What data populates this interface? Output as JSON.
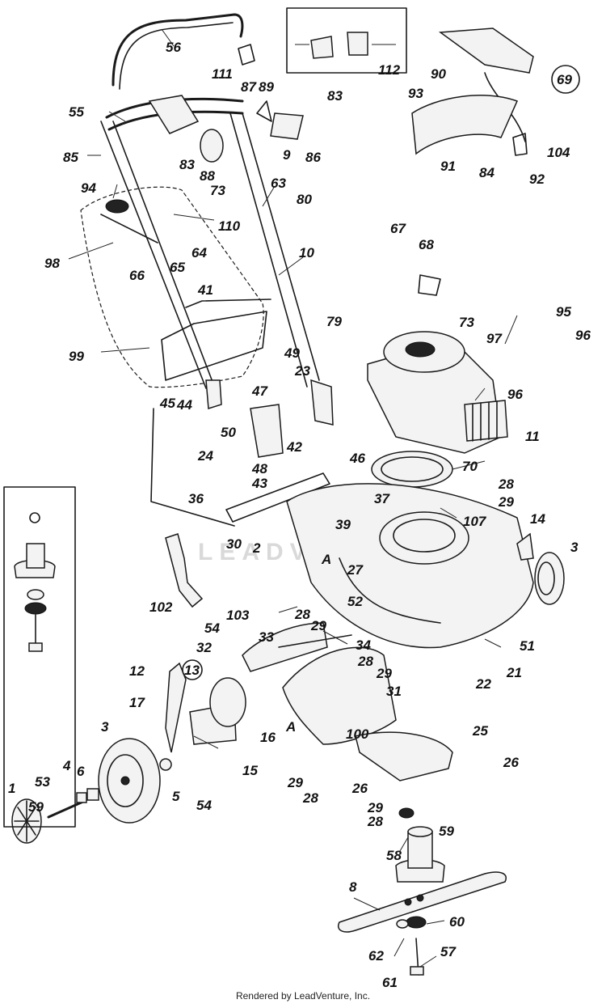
{
  "watermark": "LEADVENTURE",
  "credit": "Rendered by LeadVenture, Inc.",
  "diagram_id": "69",
  "callouts": [
    {
      "id": "c56",
      "text": "56"
    },
    {
      "id": "c112",
      "text": "112"
    },
    {
      "id": "c90",
      "text": "90"
    },
    {
      "id": "c111",
      "text": "111"
    },
    {
      "id": "c87",
      "text": "87"
    },
    {
      "id": "c89",
      "text": "89"
    },
    {
      "id": "c55",
      "text": "55"
    },
    {
      "id": "c83a",
      "text": "83"
    },
    {
      "id": "c93",
      "text": "93"
    },
    {
      "id": "c104",
      "text": "104"
    },
    {
      "id": "c85",
      "text": "85"
    },
    {
      "id": "c83b",
      "text": "83"
    },
    {
      "id": "c88",
      "text": "88"
    },
    {
      "id": "c9",
      "text": "9"
    },
    {
      "id": "c86",
      "text": "86"
    },
    {
      "id": "c91",
      "text": "91"
    },
    {
      "id": "c92",
      "text": "92"
    },
    {
      "id": "c84",
      "text": "84"
    },
    {
      "id": "c73a",
      "text": "73"
    },
    {
      "id": "c94",
      "text": "94"
    },
    {
      "id": "c63",
      "text": "63"
    },
    {
      "id": "c80",
      "text": "80"
    },
    {
      "id": "c110",
      "text": "110"
    },
    {
      "id": "c67",
      "text": "67"
    },
    {
      "id": "c68",
      "text": "68"
    },
    {
      "id": "c98",
      "text": "98"
    },
    {
      "id": "c64",
      "text": "64"
    },
    {
      "id": "c65",
      "text": "65"
    },
    {
      "id": "c66",
      "text": "66"
    },
    {
      "id": "c10",
      "text": "10"
    },
    {
      "id": "c73b",
      "text": "73"
    },
    {
      "id": "c95",
      "text": "95"
    },
    {
      "id": "c96a",
      "text": "96"
    },
    {
      "id": "c41",
      "text": "41"
    },
    {
      "id": "c79",
      "text": "79"
    },
    {
      "id": "c97",
      "text": "97"
    },
    {
      "id": "c99",
      "text": "99"
    },
    {
      "id": "c49",
      "text": "49"
    },
    {
      "id": "c23",
      "text": "23"
    },
    {
      "id": "c96b",
      "text": "96"
    },
    {
      "id": "c47",
      "text": "47"
    },
    {
      "id": "c45",
      "text": "45"
    },
    {
      "id": "c44",
      "text": "44"
    },
    {
      "id": "c50",
      "text": "50"
    },
    {
      "id": "c42",
      "text": "42"
    },
    {
      "id": "c11",
      "text": "11"
    },
    {
      "id": "c24",
      "text": "24"
    },
    {
      "id": "c48",
      "text": "48"
    },
    {
      "id": "c43",
      "text": "43"
    },
    {
      "id": "c46",
      "text": "46"
    },
    {
      "id": "c70",
      "text": "70"
    },
    {
      "id": "c28a",
      "text": "28"
    },
    {
      "id": "c36",
      "text": "36"
    },
    {
      "id": "c37",
      "text": "37"
    },
    {
      "id": "c29a",
      "text": "29"
    },
    {
      "id": "c107",
      "text": "107"
    },
    {
      "id": "c39",
      "text": "39"
    },
    {
      "id": "c30",
      "text": "30"
    },
    {
      "id": "c14",
      "text": "14"
    },
    {
      "id": "c3a",
      "text": "3"
    },
    {
      "id": "c2",
      "text": "2"
    },
    {
      "id": "cA1",
      "text": "A"
    },
    {
      "id": "c27",
      "text": "27"
    },
    {
      "id": "c52",
      "text": "52"
    },
    {
      "id": "c102",
      "text": "102"
    },
    {
      "id": "c103",
      "text": "103"
    },
    {
      "id": "c54a",
      "text": "54"
    },
    {
      "id": "c28b",
      "text": "28"
    },
    {
      "id": "c29b",
      "text": "29"
    },
    {
      "id": "c32",
      "text": "32"
    },
    {
      "id": "c33",
      "text": "33"
    },
    {
      "id": "c34",
      "text": "34"
    },
    {
      "id": "c51",
      "text": "51"
    },
    {
      "id": "c22",
      "text": "22"
    },
    {
      "id": "c21",
      "text": "21"
    },
    {
      "id": "c59a",
      "text": "59"
    },
    {
      "id": "c12",
      "text": "12"
    },
    {
      "id": "c13",
      "text": "13"
    },
    {
      "id": "c28c",
      "text": "28"
    },
    {
      "id": "c29c",
      "text": "29"
    },
    {
      "id": "c31",
      "text": "31"
    },
    {
      "id": "c17",
      "text": "17"
    },
    {
      "id": "c3b",
      "text": "3"
    },
    {
      "id": "c16",
      "text": "16"
    },
    {
      "id": "cA2",
      "text": "A"
    },
    {
      "id": "c100",
      "text": "100"
    },
    {
      "id": "c25",
      "text": "25"
    },
    {
      "id": "c15",
      "text": "15"
    },
    {
      "id": "c26a",
      "text": "26"
    },
    {
      "id": "c26b",
      "text": "26"
    },
    {
      "id": "c4",
      "text": "4"
    },
    {
      "id": "c6",
      "text": "6"
    },
    {
      "id": "c29d",
      "text": "29"
    },
    {
      "id": "c53",
      "text": "53"
    },
    {
      "id": "c5",
      "text": "5"
    },
    {
      "id": "c54b",
      "text": "54"
    },
    {
      "id": "c28d",
      "text": "28"
    },
    {
      "id": "c1",
      "text": "1"
    },
    {
      "id": "c29e",
      "text": "29"
    },
    {
      "id": "c28e",
      "text": "28"
    },
    {
      "id": "c59b",
      "text": "59"
    },
    {
      "id": "c58",
      "text": "58"
    },
    {
      "id": "c8",
      "text": "8"
    },
    {
      "id": "c60",
      "text": "60"
    },
    {
      "id": "c62",
      "text": "62"
    },
    {
      "id": "c57",
      "text": "57"
    },
    {
      "id": "c61",
      "text": "61"
    }
  ]
}
